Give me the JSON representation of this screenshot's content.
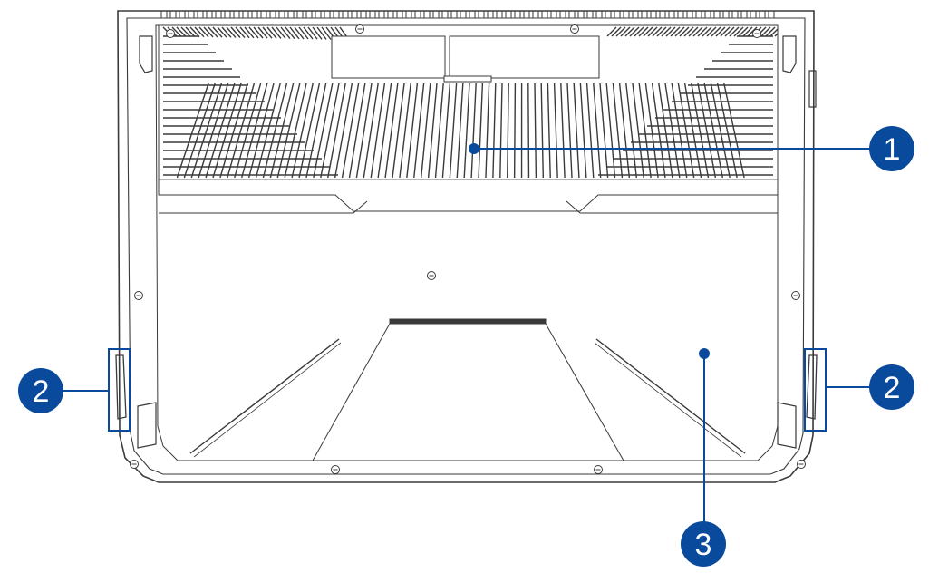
{
  "colors": {
    "callout": "#0a4a9c",
    "callout_text": "#ffffff",
    "outline": "#3a3a3a",
    "background": "#ffffff"
  },
  "callouts": [
    {
      "id": "1",
      "label": "1",
      "icon": "number-badge"
    },
    {
      "id": "2",
      "label": "2",
      "icon": "number-badge"
    },
    {
      "id": "3",
      "label": "3",
      "icon": "number-badge"
    }
  ]
}
